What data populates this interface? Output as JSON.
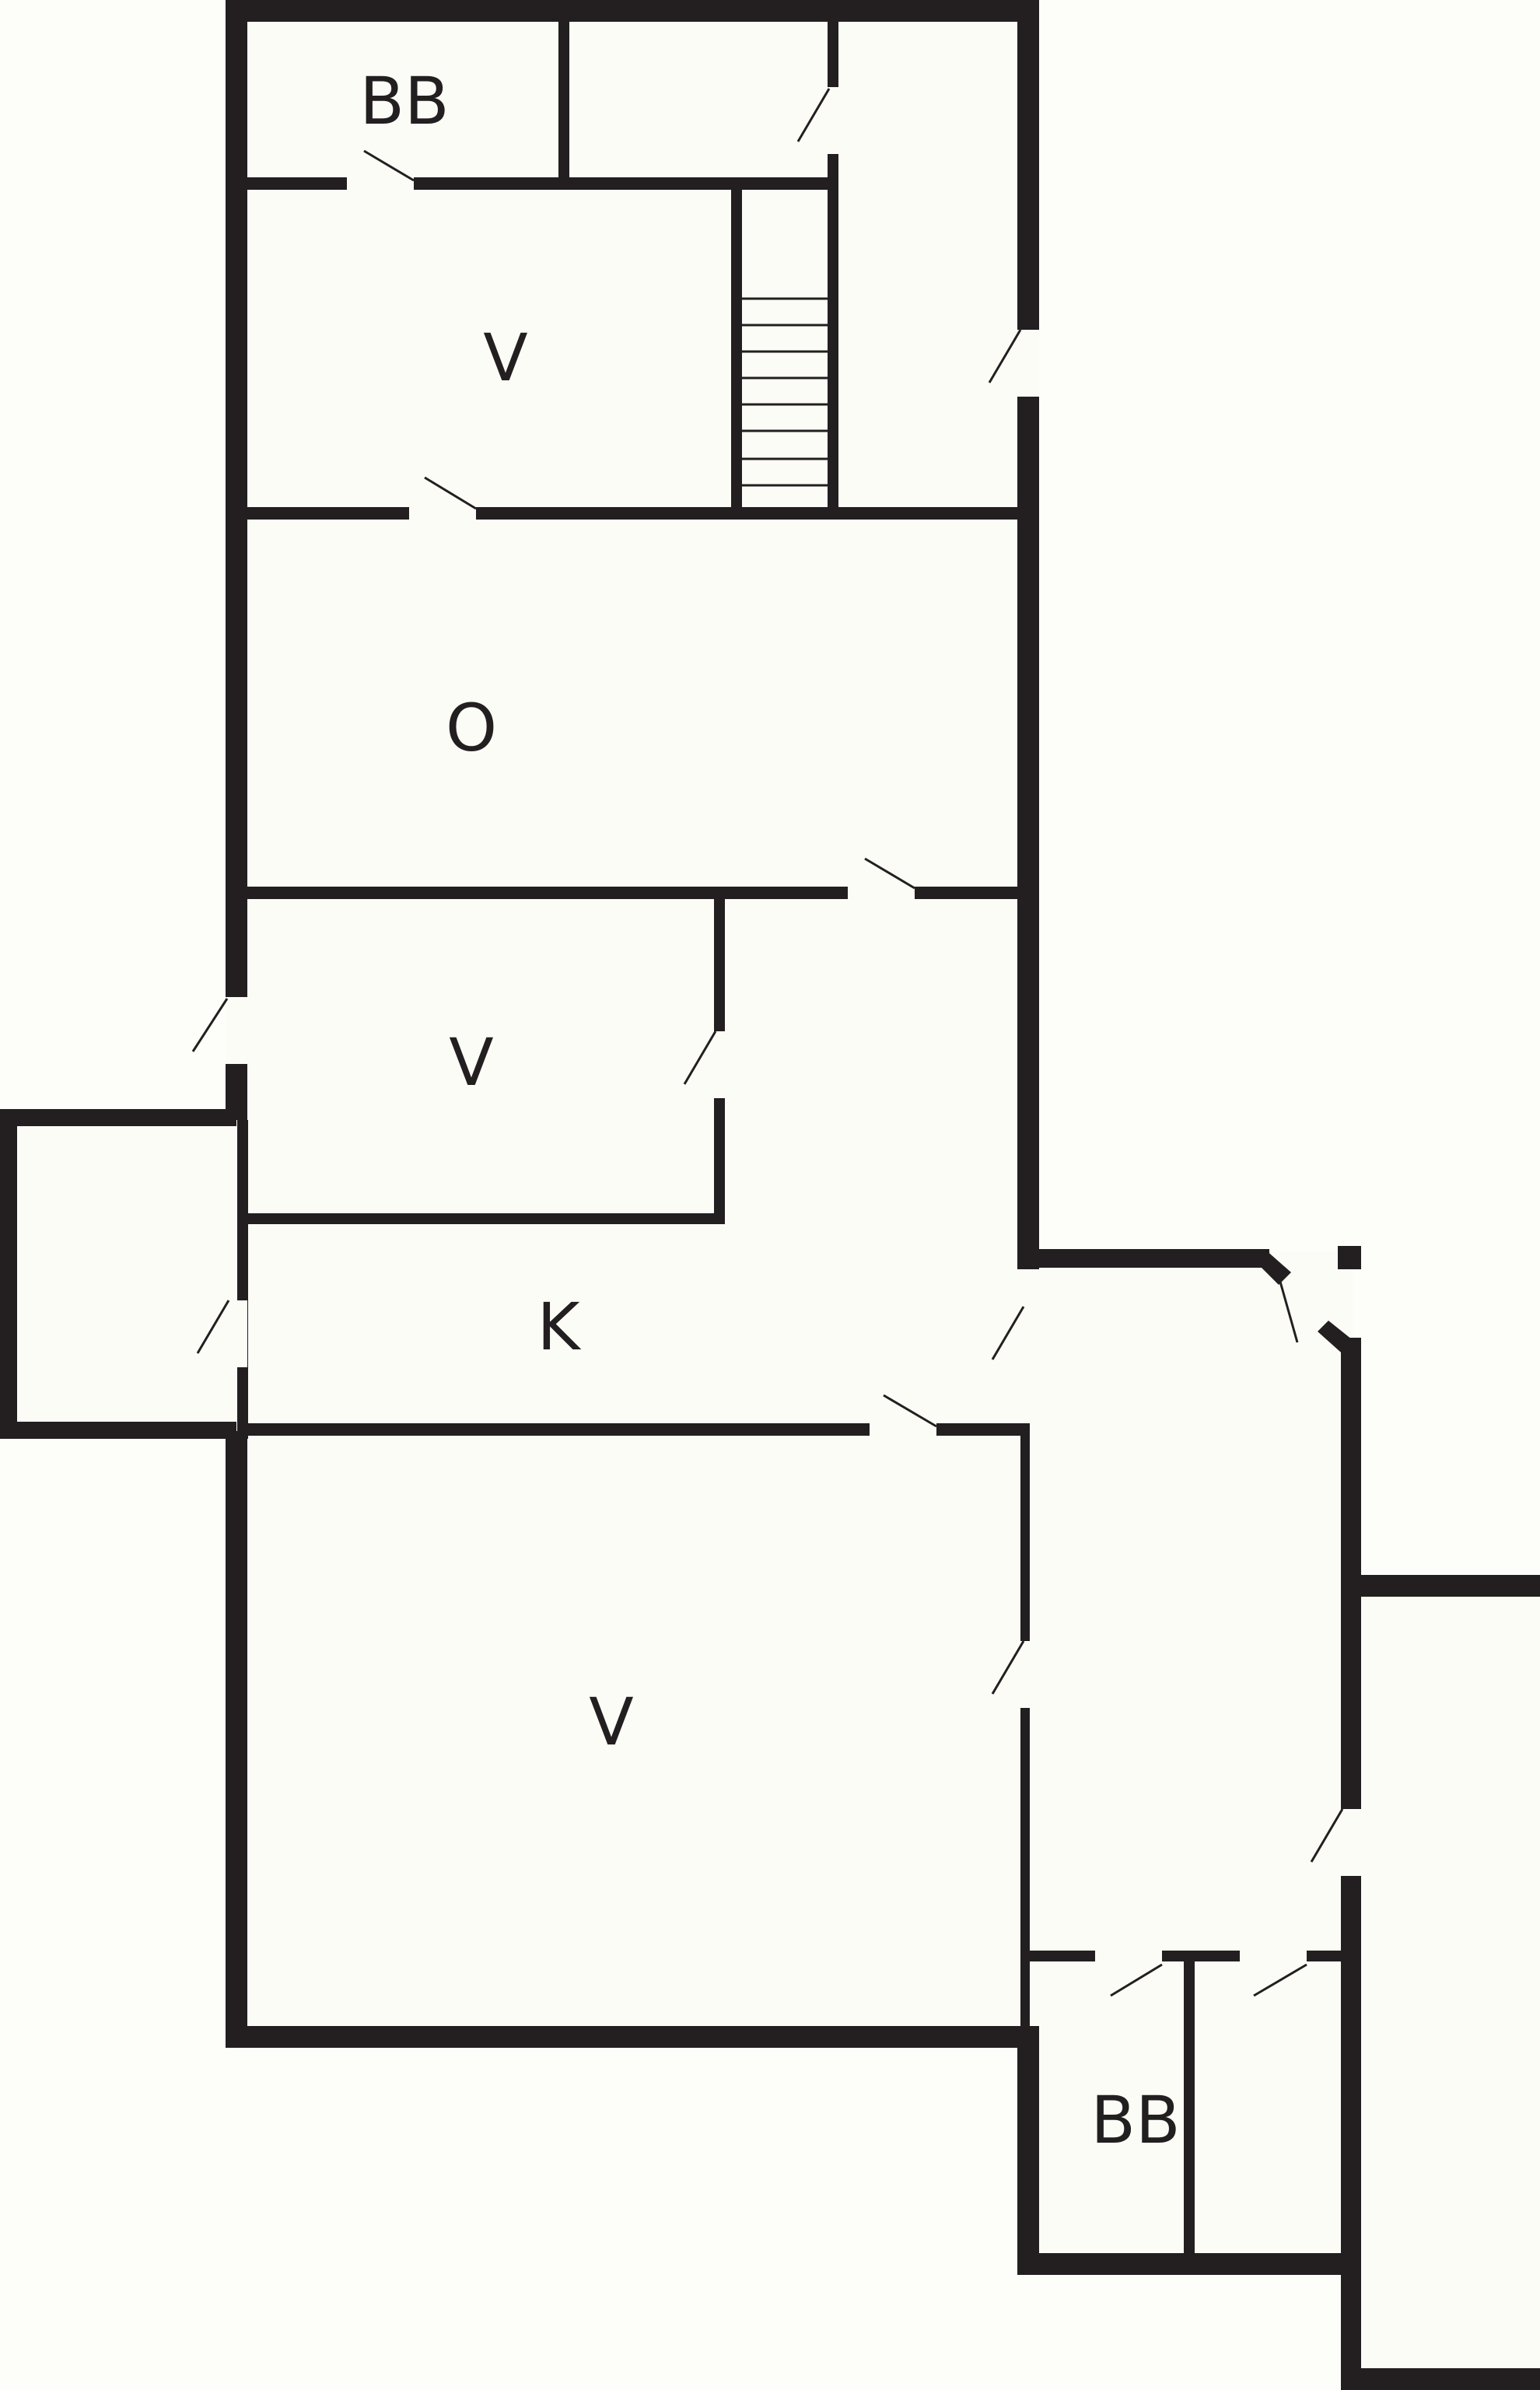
{
  "floor_plan": {
    "rooms": {
      "bb_top": "BB",
      "v_upper": "V",
      "o_middle": "O",
      "v_middle": "V",
      "k_kitchen": "K",
      "v_large": "V",
      "bb_bottom": "BB"
    },
    "colors": {
      "wall": "#231f20",
      "room_fill": "#fcfcf7",
      "background": "#fdfdfa"
    }
  }
}
